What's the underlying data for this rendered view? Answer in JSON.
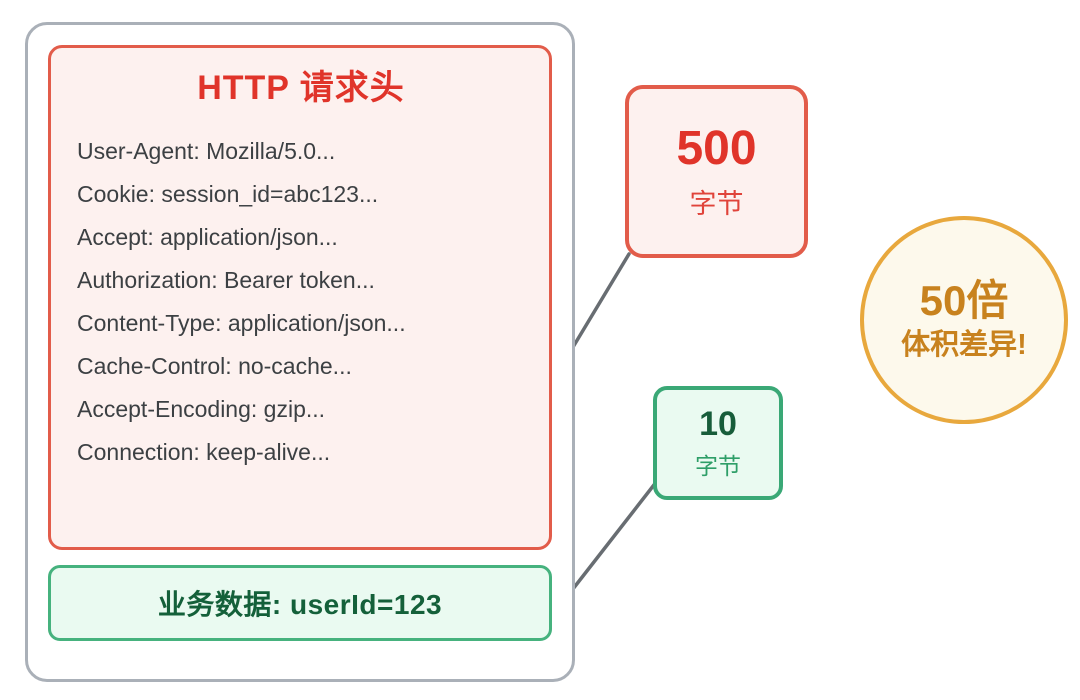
{
  "diagram": {
    "header_panel": {
      "title": "HTTP 请求头",
      "headers": [
        "User-Agent: Mozilla/5.0...",
        "Cookie: session_id=abc123...",
        "Accept: application/json...",
        "Authorization: Bearer token...",
        "Content-Type: application/json...",
        "Cache-Control: no-cache...",
        "Accept-Encoding: gzip...",
        "Connection: keep-alive..."
      ]
    },
    "data_bar": {
      "label": "业务数据: userId=123"
    },
    "size_500": {
      "value": "500",
      "unit": "字节"
    },
    "size_10": {
      "value": "10",
      "unit": "字节"
    },
    "ratio_circle": {
      "line1": "50倍",
      "line2": "体积差异!"
    },
    "colors": {
      "red_text": "#e0342a",
      "red_border": "#e25c4a",
      "red_bg": "#fdf1ef",
      "green_border": "#46b27e",
      "green_dark_border": "#3aa876",
      "green_bg": "#eafaf1",
      "green_text": "#14603a",
      "orange_border": "#e8a83d",
      "orange_text": "#c8821e",
      "yellow_bg": "#fdf9ec",
      "gray_container_border": "#aab0b8",
      "connector_gray": "#686d72",
      "header_text": "#3c4043"
    }
  }
}
